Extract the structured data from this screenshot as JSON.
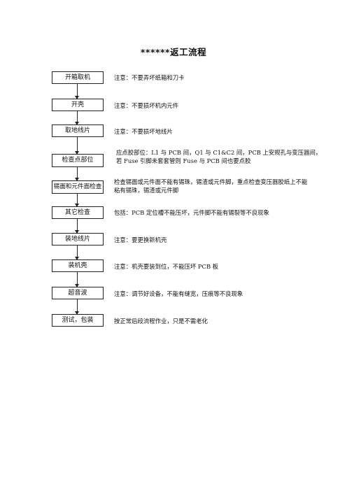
{
  "title": "******返工流程",
  "steps": [
    {
      "label": "开箱取机",
      "note": "注意：不要弄坏纸箱和刀卡"
    },
    {
      "label": "开壳",
      "note": "注意：不要损坏机内元件"
    },
    {
      "label": "取地线片",
      "note": "注意：不要损坏地线片"
    },
    {
      "label": "检查点部位",
      "note_lines": [
        "应点胶部位：L1 与 PCB 间，Q1 与 C1&C2 间，PCB 上安规孔与变压器间，",
        "若 Fuse 引脚未套套管则 Fuse 与 PCB 间也要点胶"
      ]
    },
    {
      "label": "锡面和元件面检查",
      "note_lines": [
        "检查锡面或元件面不能有锡珠，锡渣或元件脚，重点检查变压器胶纸上不能",
        "粘有锡珠，锡渣或元件脚"
      ]
    },
    {
      "label": "其它检查",
      "note": "包括：PCB 定位槽不能压坏，元件脚不能有锡裂等不良现象"
    },
    {
      "label": "装地线片",
      "note": "注意：要更换新机壳"
    },
    {
      "label": "装机壳",
      "note": "注意：机壳要装到位，不能压坏 PCB 板"
    },
    {
      "label": "超音波",
      "note": "注意：调节好设备，不能有缝宽，压痕等不良现象"
    },
    {
      "label": "测试，包装",
      "note": "按正常后段流程作业，只是不需老化"
    }
  ]
}
